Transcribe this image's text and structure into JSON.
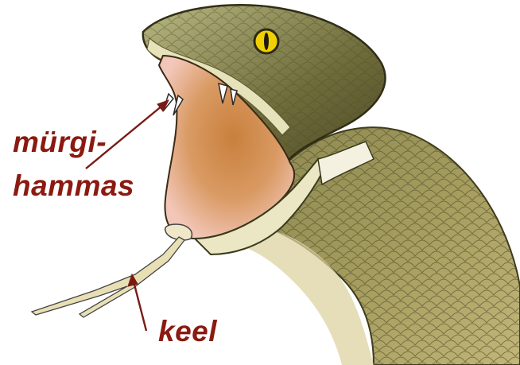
{
  "labels": {
    "fang_line1": "mürgi-",
    "fang_line2": "hammas",
    "tongue": "keel"
  },
  "colors": {
    "label": "#8b1a10",
    "arrow": "#7a1a14",
    "snake_light": "#c9c293",
    "snake_mid": "#a59c5e",
    "snake_dark": "#6d6a3a",
    "mouth_pink": "#f2c6b8",
    "mouth_brown": "#c9803d",
    "eye": "#f2d000"
  },
  "icons": {
    "fang_arrow": "arrow-up-right",
    "tongue_arrow": "arrow-up"
  }
}
